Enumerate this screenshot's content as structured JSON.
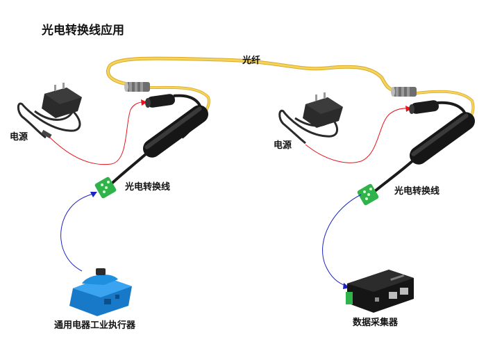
{
  "title": "光电转换线应用",
  "labels": {
    "fiber": "光纤",
    "power_left": "电源",
    "power_right": "电源",
    "converter_left": "光电转换线",
    "converter_right": "光电转换线",
    "actuator": "通用电器工业执行器",
    "collector": "数据采集器"
  },
  "colors": {
    "fiber": "#f2c94c",
    "power_wire": "#e8141b",
    "signal_wire": "#1a22c8",
    "cable": "#1b1b1b",
    "terminal": "#2fb34a",
    "actuator": "#1f8fe0"
  }
}
